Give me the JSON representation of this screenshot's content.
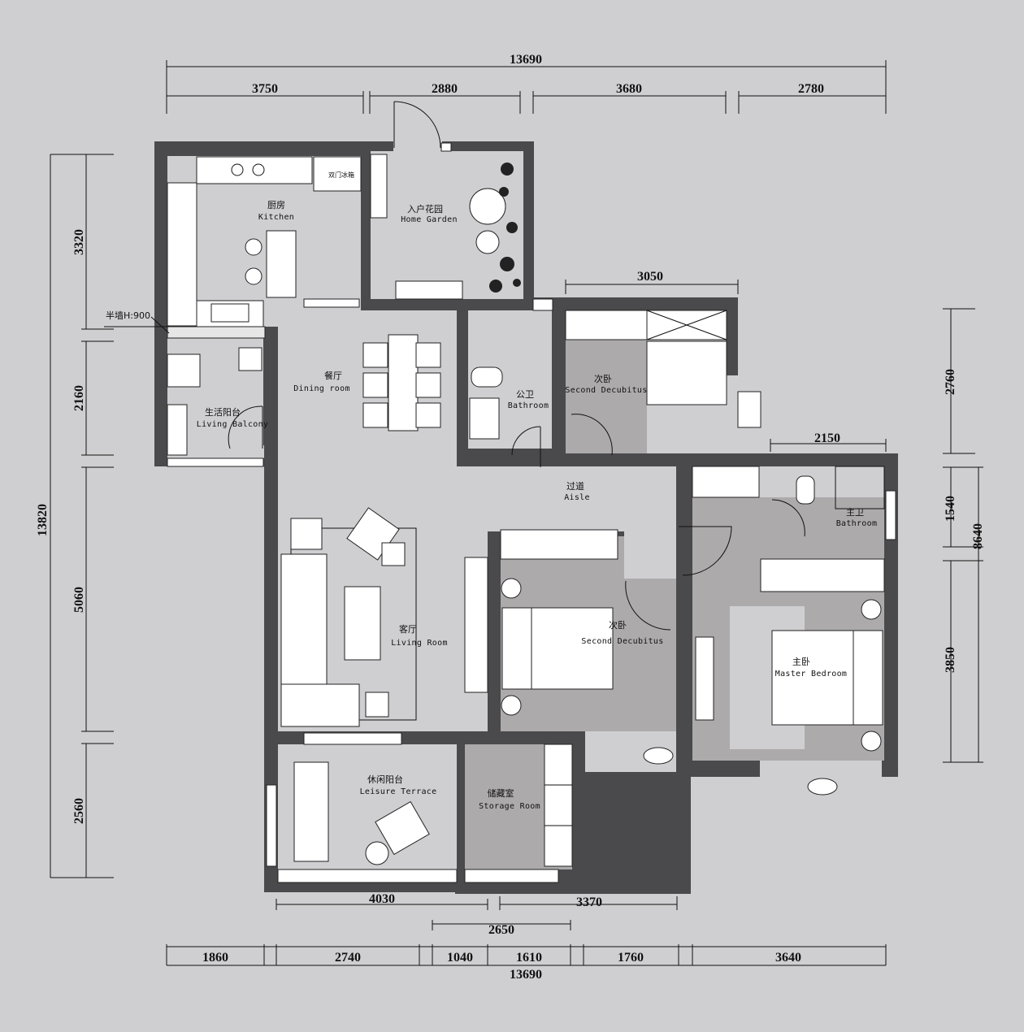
{
  "dimensions": {
    "top_total": "13690",
    "top": [
      "3750",
      "2880",
      "3680",
      "2780"
    ],
    "bottom_total": "13690",
    "bottom": [
      "1860",
      "2740",
      "1040",
      "1610",
      "1760",
      "3640"
    ],
    "bottom_mid": [
      "4030",
      "3370"
    ],
    "bottom_mid2": "2650",
    "left_total": "13820",
    "left": [
      "3320",
      "2160",
      "5060",
      "2560"
    ],
    "right_top": "2760",
    "right_total": "8640",
    "right": [
      "1540",
      "3850"
    ],
    "inner_3050": "3050",
    "inner_2150": "2150",
    "half_wall": "半墙H:900"
  },
  "rooms": {
    "kitchen": {
      "cn": "厨房",
      "en": "Kitchen"
    },
    "home_garden": {
      "cn": "入户花园",
      "en": "Home Garden"
    },
    "fridge": "双门冰箱",
    "dining": {
      "cn": "餐厅",
      "en": "Dining room"
    },
    "public_bath": {
      "cn": "公卫",
      "en": "Bathroom"
    },
    "second_bed_top": {
      "cn": "次卧",
      "en": "Second Decubitus"
    },
    "living_balcony": {
      "cn": "生活阳台",
      "en": "Living Balcony"
    },
    "aisle": {
      "cn": "过道",
      "en": "Aisle"
    },
    "master_bath": {
      "cn": "主卫",
      "en": "Bathroom"
    },
    "living_room": {
      "cn": "客厅",
      "en": "Living Room"
    },
    "second_bed_mid": {
      "cn": "次卧",
      "en": "Second Decubitus"
    },
    "master_bedroom": {
      "cn": "主卧",
      "en": "Master Bedroom"
    },
    "leisure_terrace": {
      "cn": "休闲阳台",
      "en": "Leisure Terrace"
    },
    "storage_room": {
      "cn": "储藏室",
      "en": "Storage Room"
    }
  }
}
